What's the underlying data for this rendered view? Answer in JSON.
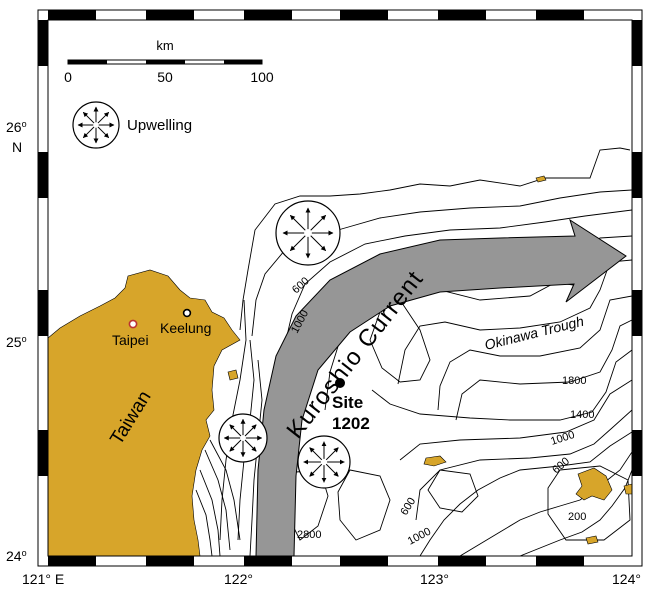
{
  "axes": {
    "lon_labels": [
      "121° E",
      "122°",
      "123°",
      "124°"
    ],
    "lat_labels": [
      {
        "deg": "24",
        "o": "o",
        "suffix": ""
      },
      {
        "deg": "25",
        "o": "o",
        "suffix": ""
      },
      {
        "deg": "26",
        "o": "o",
        "suffix": "N"
      }
    ]
  },
  "scale_bar": {
    "unit": "km",
    "ticks": [
      "0",
      "50",
      "100"
    ]
  },
  "legend": {
    "label": "Upwelling"
  },
  "places": {
    "taiwan": "Taiwan",
    "taipei": "Taipei",
    "keelung": "Keelung",
    "okinawa_trough": "Okinawa Trough",
    "current": "Kuroshio Current",
    "site_line1": "Site",
    "site_line2": "1202"
  },
  "contour_labels": [
    "600",
    "1000",
    "1800",
    "1400",
    "1000",
    "600",
    "200",
    "600",
    "1000",
    "2800"
  ],
  "colors": {
    "land": "#d7a52a",
    "current_arrow": "#969696",
    "frame": "#000000"
  },
  "icons": [
    "upwelling-icon"
  ]
}
